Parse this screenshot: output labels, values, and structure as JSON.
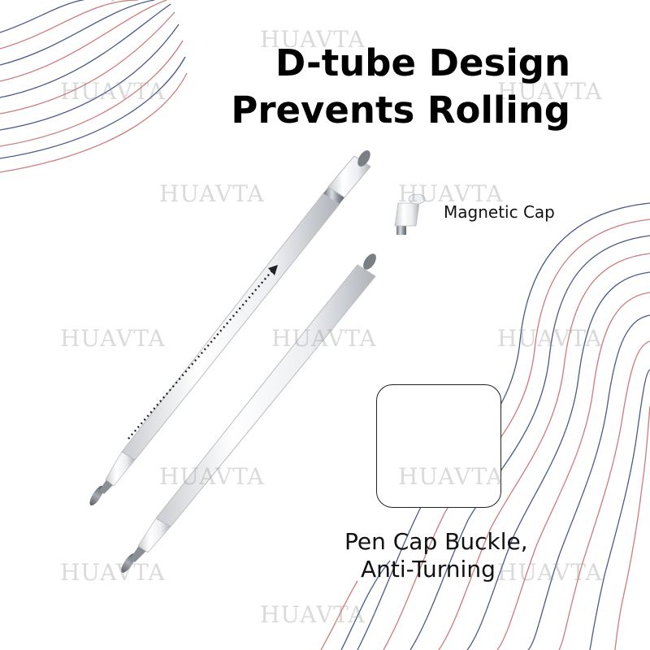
{
  "headline": {
    "line1": "D-tube Design",
    "line2": "Prevents Rolling"
  },
  "labels": {
    "magnetic_cap": "Magnetic Cap",
    "buckle_line1": "Pen Cap Buckle,",
    "buckle_line2": "Anti-Turning"
  },
  "watermark": "HUAVTA",
  "colors": {
    "background": "#ffffff",
    "pen_body": "#eef0f3",
    "tip_disc": "#8a8f96",
    "buckle_metal": "#9aa0a7",
    "wave_blue": "#4a5a8a",
    "wave_red": "#d07a7a",
    "text": "#000000"
  }
}
